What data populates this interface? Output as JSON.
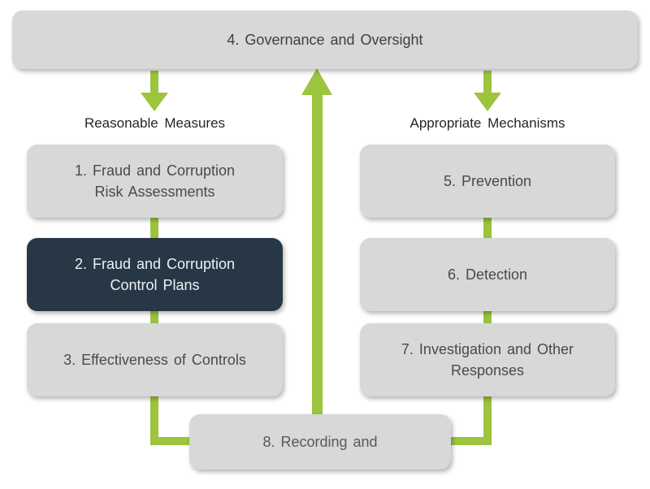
{
  "colors": {
    "green": "#9CC43D",
    "gray_box": "#D8D8D8",
    "dark_box": "#273746",
    "box_text": "#4A4A4A",
    "dark_box_text": "#EDF1F4",
    "header_text": "#262626"
  },
  "top_box": {
    "label": "4. Governance and Oversight"
  },
  "left_column": {
    "header": "Reasonable Measures",
    "boxes": [
      {
        "label": "1. Fraud and Corruption Risk Assessments",
        "highlighted": false
      },
      {
        "label": "2. Fraud and Corruption Control Plans",
        "highlighted": true
      },
      {
        "label": "3. Effectiveness of Controls",
        "highlighted": false
      }
    ]
  },
  "right_column": {
    "header": "Appropriate Mechanisms",
    "boxes": [
      {
        "label": "5. Prevention",
        "highlighted": false
      },
      {
        "label": "6. Detection",
        "highlighted": false
      },
      {
        "label": "7. Investigation and Other Responses",
        "highlighted": false
      }
    ]
  },
  "bottom_box": {
    "label": "8. Recording and"
  }
}
